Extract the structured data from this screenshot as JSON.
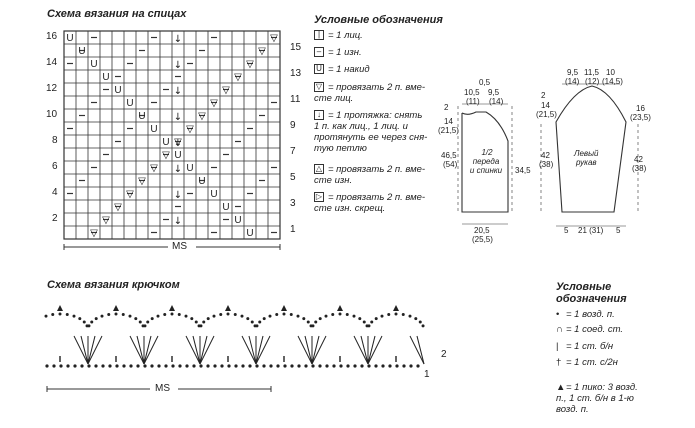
{
  "knit": {
    "title": "Схема вязания на спицах",
    "left_rows": [
      "16",
      "14",
      "12",
      "10",
      "8",
      "6",
      "4",
      "2"
    ],
    "right_rows": [
      "15",
      "13",
      "11",
      "9",
      "7",
      "5",
      "3",
      "1"
    ],
    "ms": "MS"
  },
  "legend": {
    "title": "Условные обозначения",
    "items": [
      {
        "icon": "knit-stitch-icon",
        "text": "= 1 лиц."
      },
      {
        "icon": "purl-stitch-icon",
        "text": "= 1 изн."
      },
      {
        "icon": "yarn-over-icon",
        "text": "= 1 накид"
      },
      {
        "icon": "k2tog-icon",
        "lines": [
          "= провязать 2 п. вме-",
          "сте лиц."
        ]
      },
      {
        "icon": "pull-through-icon",
        "lines": [
          "= 1 протяжка: снять",
          "1 п. как лиц., 1 лиц. и",
          "протянуть ее через сня-",
          "тую петлю"
        ]
      },
      {
        "icon": "p2tog-icon",
        "lines": [
          "= провязать 2 п. вме-",
          "сте изн."
        ]
      },
      {
        "icon": "p2tog-crossed-icon",
        "lines": [
          "= провязать 2 п. вме-",
          "сте изн. скрещ."
        ]
      }
    ]
  },
  "schematic": {
    "front": {
      "label_lines": [
        "1/2",
        "переда",
        "и спинки"
      ],
      "top_05": "0,5",
      "top_a": "10,5",
      "top_a2": "(11)",
      "top_b": "9,5",
      "top_b2": "(14)",
      "left_a": "2",
      "left_b": "14",
      "left_b2": "(21,5)",
      "left_h": "46,5",
      "left_h2": "(54)",
      "right": "34,5",
      "bottom": "20,5",
      "bottom2": "(25,5)"
    },
    "sleeve": {
      "label_lines": [
        "Левый",
        "рукав"
      ],
      "top_a": "9,5",
      "top_a2": "(14)",
      "top_b": "11,5",
      "top_b2": "(12)",
      "top_c": "10",
      "top_c2": "(14,5)",
      "left_a": "2",
      "left_b": "14",
      "left_b2": "(21,5)",
      "left_h": "42",
      "left_h2": "(38)",
      "right_a": "16",
      "right_a2": "(23,5)",
      "right_h": "42",
      "right_h2": "(38)",
      "bottom_a": "5",
      "bottom_b": "21 (31)",
      "bottom_c": "5"
    }
  },
  "crochet": {
    "title": "Схема вязания крючком",
    "ms": "MS",
    "row1": "1",
    "row2": "2"
  },
  "crochet_legend": {
    "title_lines": [
      "Условные",
      "обозначения"
    ],
    "items": [
      {
        "icon": "chain-stitch-icon",
        "text": "= 1 возд. п."
      },
      {
        "icon": "slip-stitch-icon",
        "text": "= 1 соед. ст."
      },
      {
        "icon": "single-crochet-icon",
        "text": "= 1 ст. б/н"
      },
      {
        "icon": "double-crochet-icon",
        "text": "= 1 ст. с/2н"
      },
      {
        "icon": "picot-icon",
        "lines": [
          "= 1 пико: 3 возд.",
          "п., 1 ст. б/н в 1-ю",
          "возд. п."
        ]
      }
    ]
  }
}
